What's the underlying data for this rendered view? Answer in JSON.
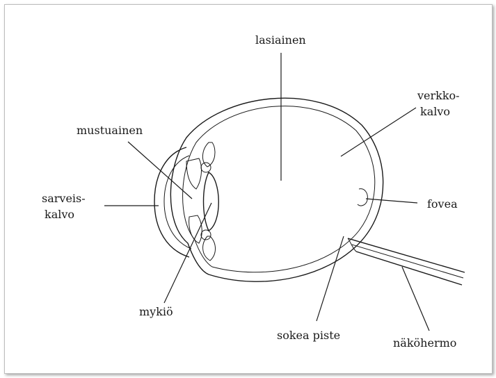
{
  "diagram": {
    "labels": {
      "lasiainen": "lasiainen",
      "verkko_line1": "verkko-",
      "verkko_line2": "kalvo",
      "mustuainen": "mustuainen",
      "sarveis_line1": "sarveis-",
      "sarveis_line2": "kalvo",
      "fovea": "fovea",
      "mykio": "mykiö",
      "sokea_piste": "sokea piste",
      "nakohermo": "näköhermo"
    },
    "colors": {
      "stroke": "#1a1a1a",
      "background": "#ffffff",
      "frame": "#bdbdbd"
    }
  }
}
